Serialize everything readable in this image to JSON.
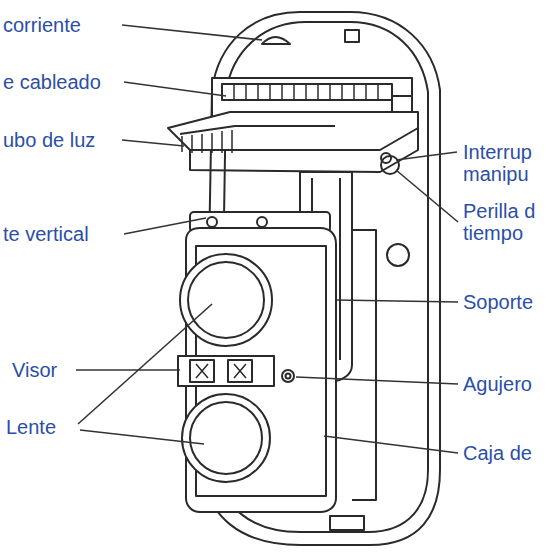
{
  "diagram": {
    "labels": [
      "corriente",
      "e cableado",
      "ubo de luz",
      "te vertical",
      "Visor",
      "Lente",
      "Interrup manipu",
      "Perilla d tiempo",
      "Soporte",
      "Agujero",
      "Caja de"
    ]
  }
}
